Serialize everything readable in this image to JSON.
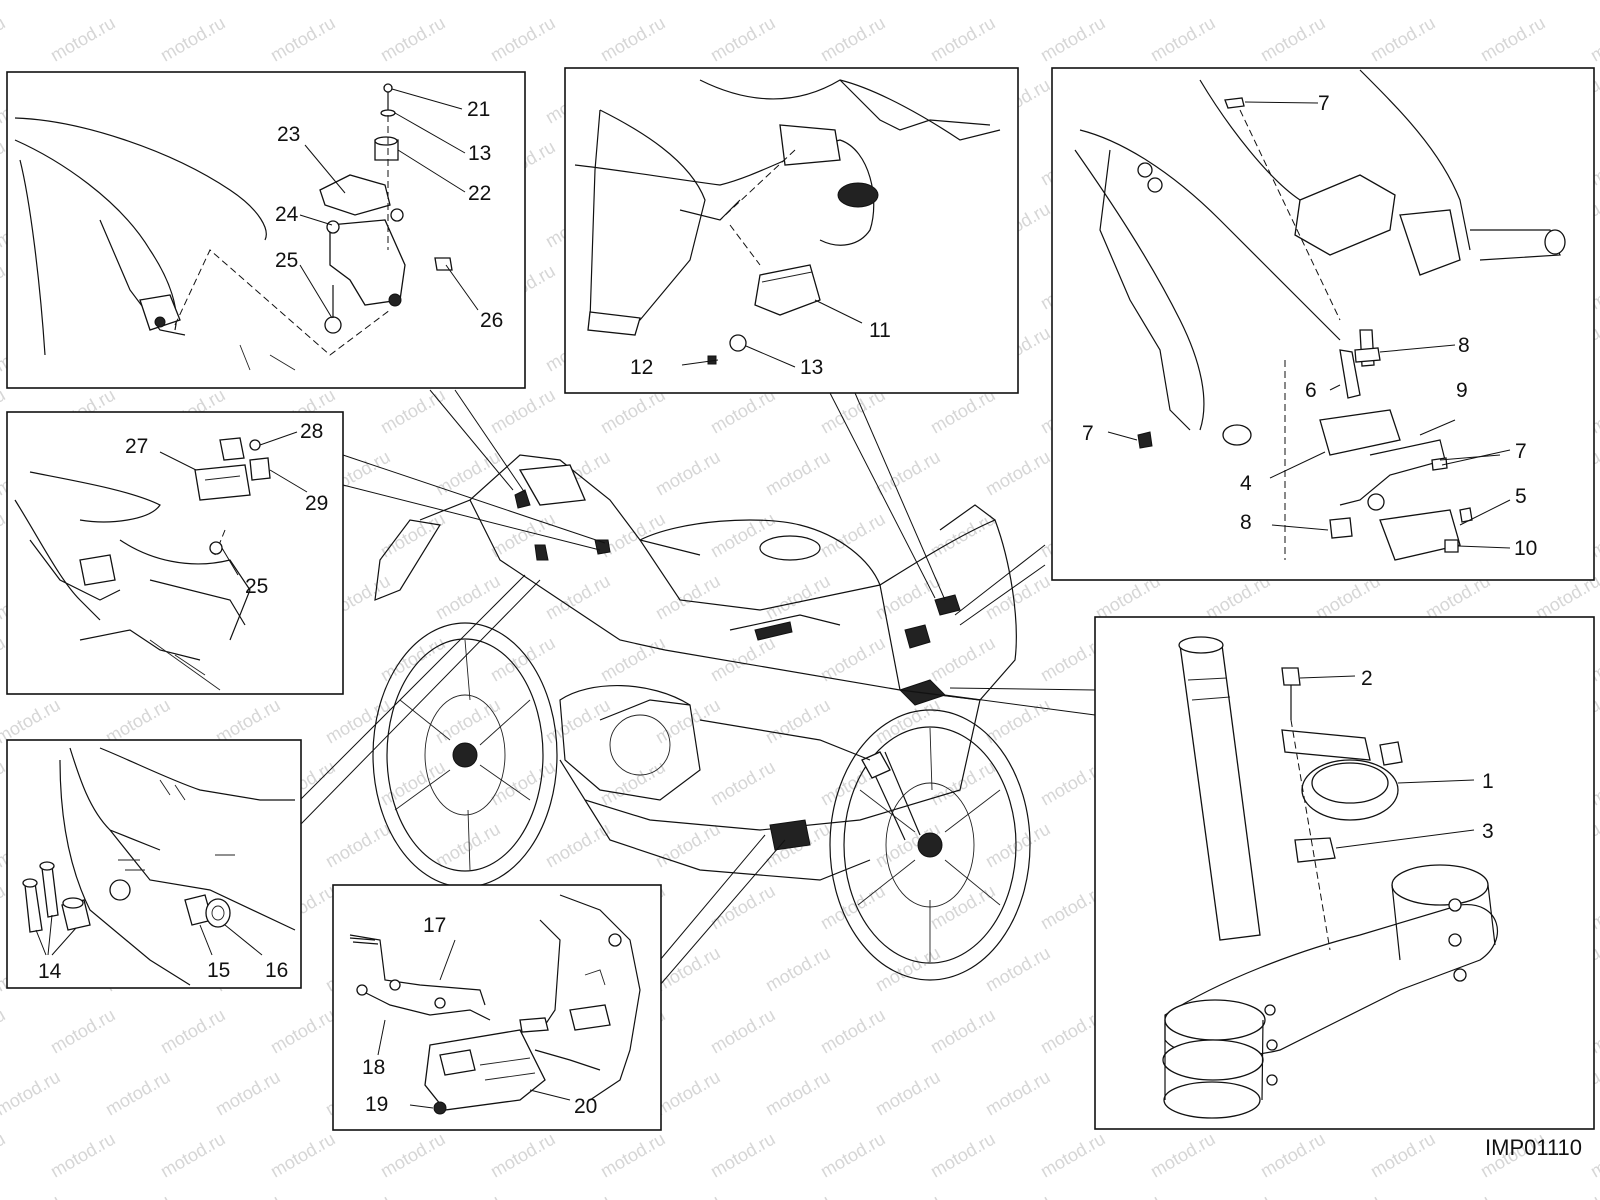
{
  "watermark": "motod.ru",
  "drawing_code": "IMP01110",
  "callouts": {
    "p1_21": "21",
    "p1_13": "13",
    "p1_22": "22",
    "p1_23": "23",
    "p1_24": "24",
    "p1_25": "25",
    "p1_26": "26",
    "p2_11": "11",
    "p2_12": "12",
    "p2_13": "13",
    "p3_7a": "7",
    "p3_8a": "8",
    "p3_6": "6",
    "p3_9": "9",
    "p3_7b": "7",
    "p3_7c": "7",
    "p3_4": "4",
    "p3_5": "5",
    "p3_8b": "8",
    "p3_10": "10",
    "p4_28": "28",
    "p4_27": "27",
    "p4_29": "29",
    "p4_25": "25",
    "p5_2": "2",
    "p5_1": "1",
    "p5_3": "3",
    "p6_14": "14",
    "p6_15": "15",
    "p6_16": "16",
    "p7_17": "17",
    "p7_18": "18",
    "p7_19": "19",
    "p7_20": "20"
  }
}
